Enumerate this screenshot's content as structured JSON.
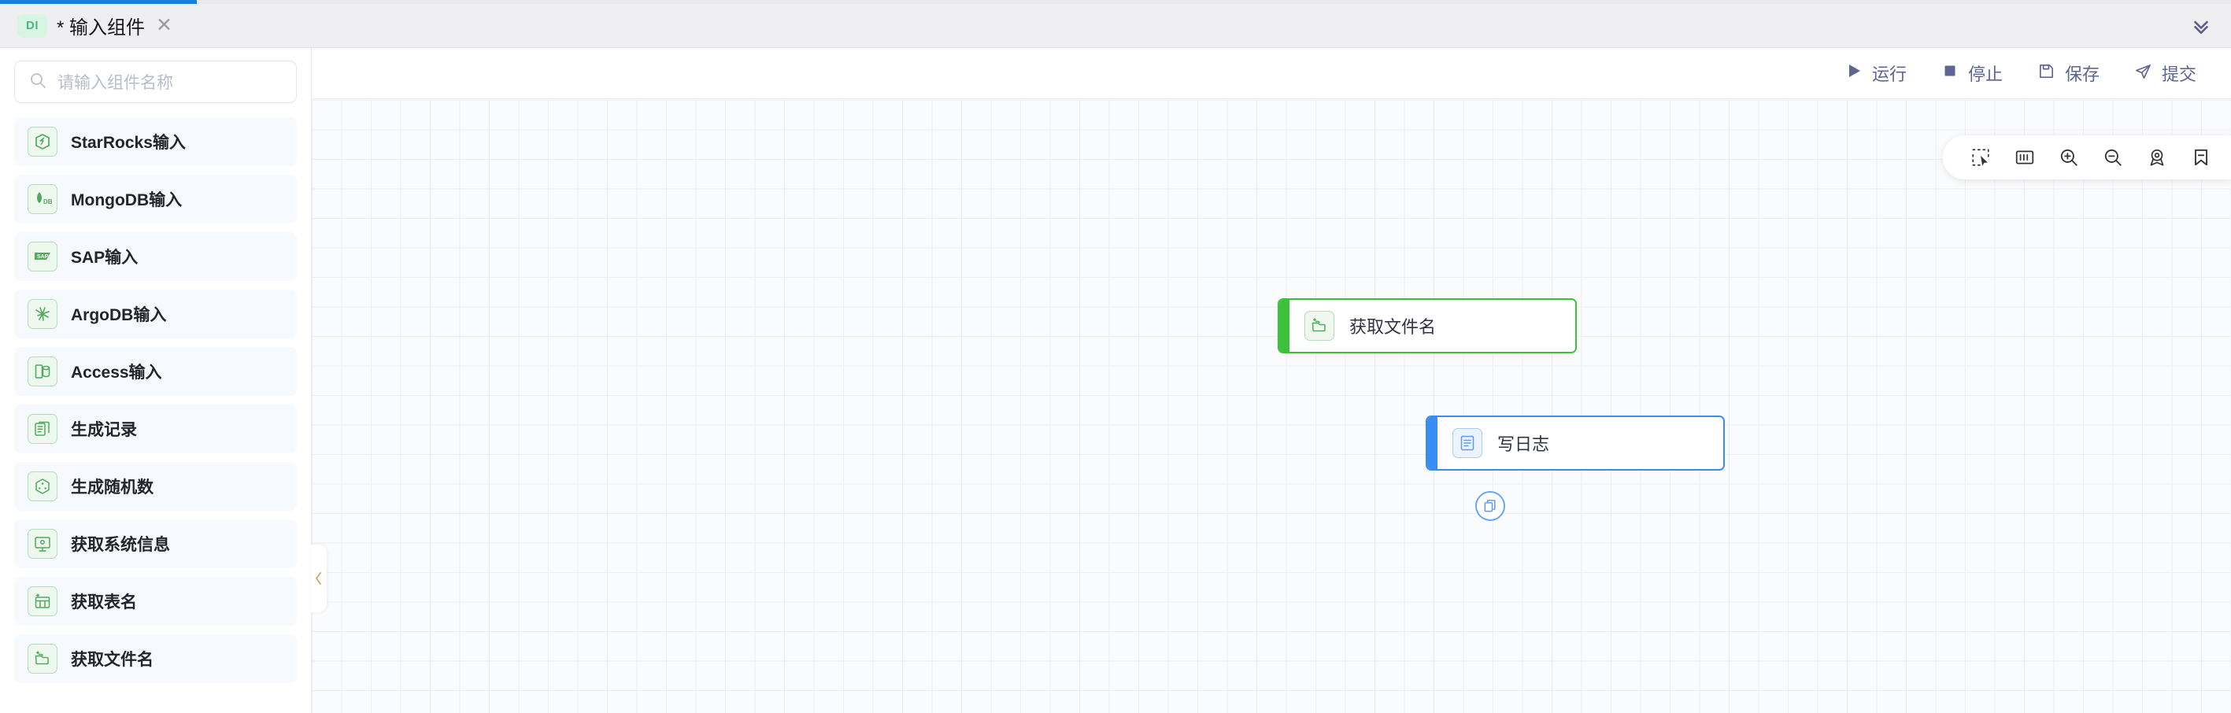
{
  "progress": {
    "percent": 9,
    "color": "#1b7ddc"
  },
  "tabbar": {
    "badge": "DI",
    "title": "* 输入组件",
    "close_label": "✕",
    "collapse_all_icon": "chevron-double-down-icon"
  },
  "sidebar": {
    "search": {
      "placeholder": "请输入组件名称",
      "value": "",
      "icon": "search-icon"
    },
    "items": [
      {
        "label": "StarRocks输入",
        "icon": "starrocks-icon"
      },
      {
        "label": "MongoDB输入",
        "icon": "mongodb-icon"
      },
      {
        "label": "SAP输入",
        "icon": "sap-icon"
      },
      {
        "label": "ArgoDB输入",
        "icon": "argodb-icon"
      },
      {
        "label": "Access输入",
        "icon": "access-icon"
      },
      {
        "label": "生成记录",
        "icon": "generate-record-icon"
      },
      {
        "label": "生成随机数",
        "icon": "dice-icon"
      },
      {
        "label": "获取系统信息",
        "icon": "system-info-icon"
      },
      {
        "label": "获取表名",
        "icon": "table-name-icon"
      },
      {
        "label": "获取文件名",
        "icon": "file-name-icon"
      }
    ],
    "collapse_handle_icon": "chevron-left-icon"
  },
  "actions": [
    {
      "label": "运行",
      "icon": "play-icon"
    },
    {
      "label": "停止",
      "icon": "stop-icon"
    },
    {
      "label": "保存",
      "icon": "save-icon"
    },
    {
      "label": "提交",
      "icon": "submit-icon"
    }
  ],
  "canvas_toolbar": [
    {
      "name": "marquee-select-icon"
    },
    {
      "name": "fit-actual-size-icon"
    },
    {
      "name": "zoom-in-icon"
    },
    {
      "name": "zoom-out-icon"
    },
    {
      "name": "locate-icon"
    },
    {
      "name": "bookmark-icon"
    }
  ],
  "graph": {
    "nodes": [
      {
        "id": "n1",
        "label": "获取文件名",
        "icon": "file-name-icon",
        "color": "#3ec13a",
        "status": "success"
      },
      {
        "id": "n2",
        "label": "写日志",
        "icon": "write-log-icon",
        "color": "#3a8df0",
        "status": "selected"
      }
    ],
    "edges": [
      {
        "from": "n1",
        "to": "n2",
        "badge_icon": "copy-icon",
        "color": "#8d929c"
      }
    ]
  }
}
